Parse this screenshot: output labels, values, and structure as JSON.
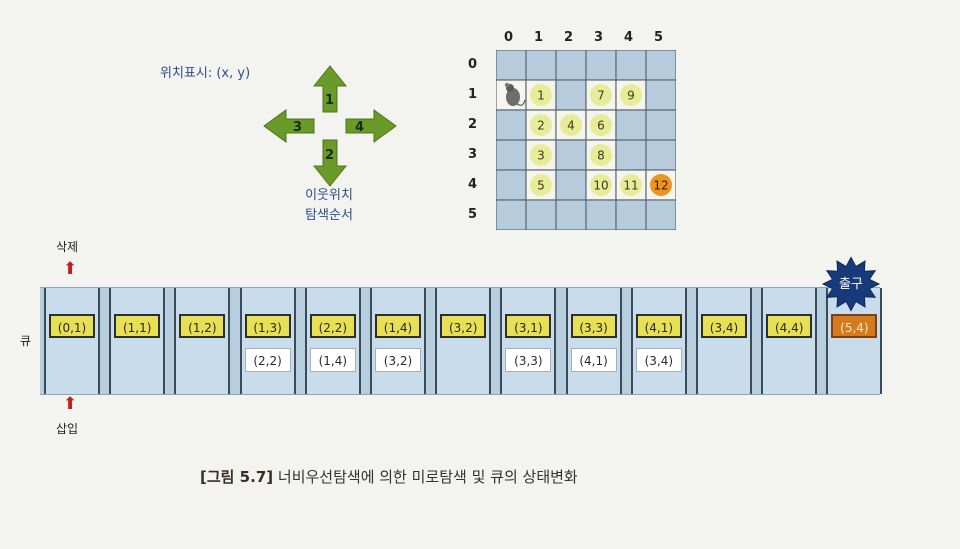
{
  "direction_legend": {
    "position_label": "위치표시: (x, y)",
    "arrows": [
      {
        "dir": "up",
        "num": "1"
      },
      {
        "dir": "down",
        "num": "2"
      },
      {
        "dir": "left",
        "num": "3"
      },
      {
        "dir": "right",
        "num": "4"
      }
    ],
    "order_label_line1": "이웃위치",
    "order_label_line2": "탐색순서",
    "arrow_color": "#6a9a27"
  },
  "maze": {
    "col_labels": [
      "0",
      "1",
      "2",
      "3",
      "4",
      "5"
    ],
    "row_labels": [
      "0",
      "1",
      "2",
      "3",
      "4",
      "5"
    ],
    "open_cells": [
      {
        "r": 1,
        "c": 0,
        "text": "",
        "mouse": true
      },
      {
        "r": 1,
        "c": 1,
        "text": "1"
      },
      {
        "r": 1,
        "c": 3,
        "text": "7"
      },
      {
        "r": 1,
        "c": 4,
        "text": "9"
      },
      {
        "r": 2,
        "c": 1,
        "text": "2"
      },
      {
        "r": 2,
        "c": 2,
        "text": "4"
      },
      {
        "r": 2,
        "c": 3,
        "text": "6"
      },
      {
        "r": 3,
        "c": 1,
        "text": "3"
      },
      {
        "r": 3,
        "c": 3,
        "text": "8"
      },
      {
        "r": 4,
        "c": 1,
        "text": "5"
      },
      {
        "r": 4,
        "c": 3,
        "text": "10"
      },
      {
        "r": 4,
        "c": 4,
        "text": "11"
      },
      {
        "r": 4,
        "c": 5,
        "text": "12",
        "exit": true
      }
    ],
    "wall_color": "#b6cbdc",
    "open_color": "#f5f5ee",
    "visit_color": "#e6ec98",
    "exit_color": "#ef9320"
  },
  "queue": {
    "side_label": "큐",
    "delete_label": "삭제",
    "insert_label": "삽입",
    "exit_badge": "출구",
    "slots": [
      {
        "head": "(0,1)",
        "sub": ""
      },
      {
        "head": "(1,1)",
        "sub": ""
      },
      {
        "head": "(1,2)",
        "sub": ""
      },
      {
        "head": "(1,3)",
        "sub": "(2,2)"
      },
      {
        "head": "(2,2)",
        "sub": "(1,4)"
      },
      {
        "head": "(1,4)",
        "sub": "(3,2)"
      },
      {
        "head": "(3,2)",
        "sub": ""
      },
      {
        "head": "(3,1)",
        "sub": "(3,3)"
      },
      {
        "head": "(3,3)",
        "sub": "(4,1)"
      },
      {
        "head": "(4,1)",
        "sub": "(3,4)"
      },
      {
        "head": "(3,4)",
        "sub": ""
      },
      {
        "head": "(4,4)",
        "sub": ""
      },
      {
        "head": "(5,4)",
        "sub": "",
        "exit": true
      }
    ]
  },
  "caption": {
    "tag": "[그림 5.7]",
    "text": "너비우선탐색에 의한 미로탐색 및 큐의 상태변화"
  }
}
